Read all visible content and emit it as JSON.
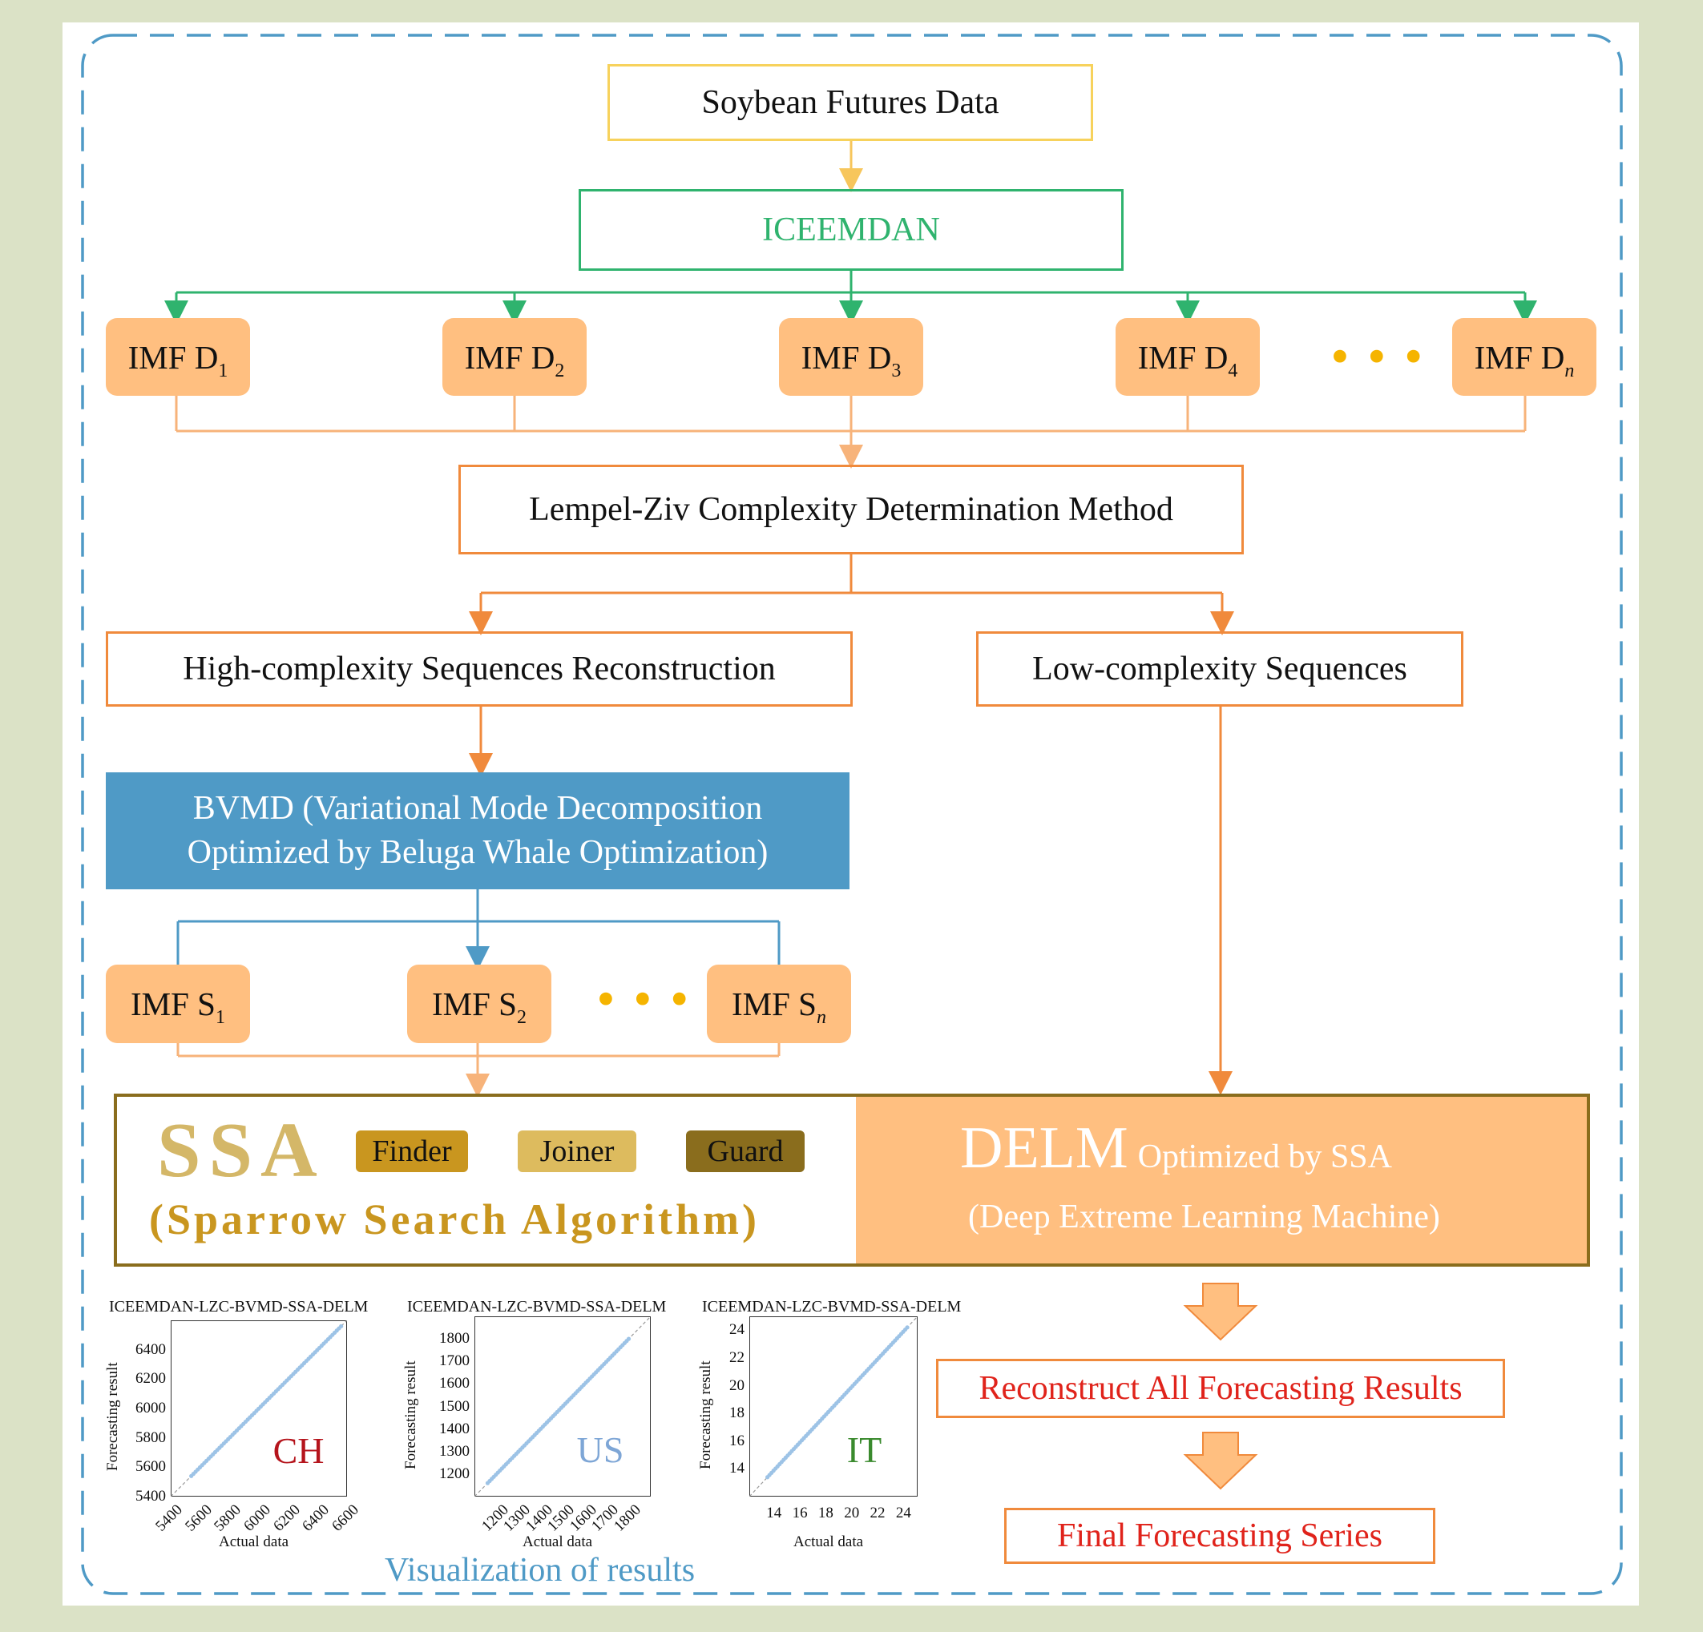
{
  "diagram": {
    "source": "Soybean Futures Data",
    "decomposition": "ICEEMDAN",
    "imf_d": [
      {
        "base": "IMF D",
        "sub": "1"
      },
      {
        "base": "IMF D",
        "sub": "2"
      },
      {
        "base": "IMF D",
        "sub": "3"
      },
      {
        "base": "IMF D",
        "sub": "4"
      },
      {
        "base": "IMF D",
        "sub": "n"
      }
    ],
    "complexity": "Lempel-Ziv Complexity Determination Method",
    "high": "High-complexity Sequences Reconstruction",
    "low": "Low-complexity Sequences",
    "bvmd_line1": "BVMD (Variational Mode Decomposition",
    "bvmd_line2": "Optimized by Beluga Whale Optimization)",
    "imf_s": [
      {
        "base": "IMF S",
        "sub": "1"
      },
      {
        "base": "IMF S",
        "sub": "2"
      },
      {
        "base": "IMF S",
        "sub": "n"
      }
    ],
    "ssa": {
      "abbr": "SSA",
      "full": "(Sparrow Search Algorithm)",
      "roles": [
        "Finder",
        "Joiner",
        "Guard"
      ]
    },
    "delm": {
      "abbr": "DELM",
      "suffix": "Optimized by SSA",
      "full": "(Deep Extreme Learning Machine)"
    },
    "reconstruct": "Reconstruct All Forecasting Results",
    "final": "Final Forecasting Series",
    "visualization_caption": "Visualization of results"
  },
  "colors": {
    "orange_fill": "#ffbf80",
    "orange_line": "#f08a3c",
    "green": "#2fb36e",
    "yellow": "#f7d25c",
    "blue": "#4f9ac6",
    "red_text": "#e0231b",
    "gold": "#b8922a"
  },
  "chart_data": [
    {
      "type": "scatter",
      "title": "ICEEMDAN-LZC-BVMD-SSA-DELM",
      "xlabel": "Actual data",
      "ylabel": "Forecasting result",
      "label": "CH",
      "xlim": [
        5400,
        6600
      ],
      "ylim": [
        5400,
        6600
      ],
      "xticks": [
        5400,
        5600,
        5800,
        6000,
        6200,
        6400,
        6600
      ],
      "yticks": [
        5400,
        5600,
        5800,
        6000,
        6200,
        6400
      ],
      "points_range": [
        5540,
        6560
      ]
    },
    {
      "type": "scatter",
      "title": "ICEEMDAN-LZC-BVMD-SSA-DELM",
      "xlabel": "Actual data",
      "ylabel": "Forecasting result",
      "label": "US",
      "xlim": [
        1100,
        1900
      ],
      "ylim": [
        1100,
        1900
      ],
      "xticks": [
        1200,
        1300,
        1400,
        1500,
        1600,
        1700,
        1800
      ],
      "yticks": [
        1200,
        1300,
        1400,
        1500,
        1600,
        1700,
        1800
      ],
      "points_range": [
        1160,
        1800
      ]
    },
    {
      "type": "scatter",
      "title": "ICEEMDAN-LZC-BVMD-SSA-DELM",
      "xlabel": "Actual data",
      "ylabel": "Forecasting result",
      "label": "IT",
      "xlim": [
        12,
        25
      ],
      "ylim": [
        12,
        25
      ],
      "xticks": [
        14,
        16,
        18,
        20,
        22,
        24
      ],
      "yticks": [
        14,
        16,
        18,
        20,
        22,
        24
      ],
      "points_range": [
        13.4,
        24.2
      ]
    }
  ]
}
